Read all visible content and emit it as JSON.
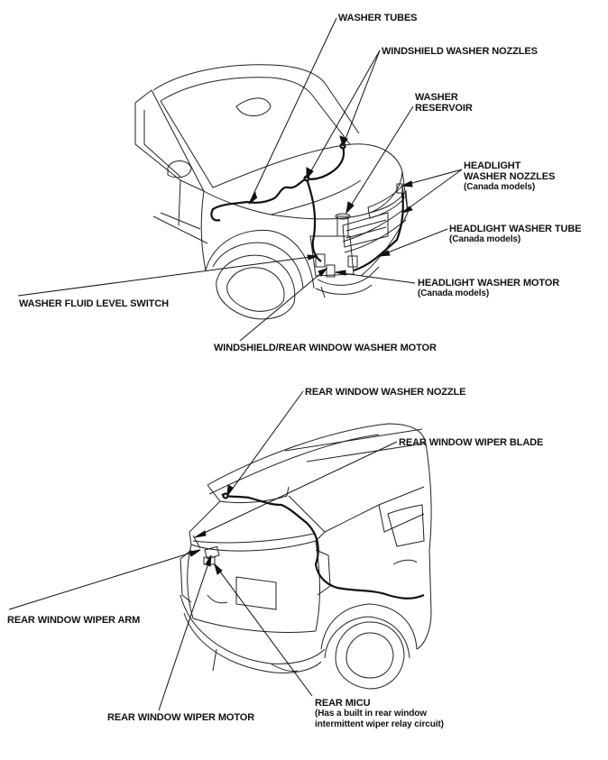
{
  "labels": {
    "washer_tubes": "WASHER TUBES",
    "windshield_washer_nozzles": "WINDSHIELD WASHER NOZZLES",
    "washer_reservoir_1": "WASHER",
    "washer_reservoir_2": "RESERVOIR",
    "headlight_washer_nozzles_1": "HEADLIGHT",
    "headlight_washer_nozzles_2": "WASHER NOZZLES",
    "headlight_washer_nozzles_note": "(Canada models)",
    "headlight_washer_tube": "HEADLIGHT WASHER TUBE",
    "headlight_washer_tube_note": "(Canada models)",
    "headlight_washer_motor": "HEADLIGHT WASHER MOTOR",
    "headlight_washer_motor_note": "(Canada models)",
    "washer_fluid_level_switch": "WASHER FLUID LEVEL SWITCH",
    "windshield_rear_washer_motor": "WINDSHIELD/REAR WINDOW WASHER MOTOR",
    "rear_window_washer_nozzle": "REAR WINDOW WASHER NOZZLE",
    "rear_window_wiper_blade": "REAR WINDOW WIPER BLADE",
    "rear_window_wiper_arm": "REAR WINDOW WIPER ARM",
    "rear_window_wiper_motor": "REAR WINDOW WIPER MOTOR",
    "rear_micu": "REAR MICU",
    "rear_micu_note_1": "(Has a built in rear window",
    "rear_micu_note_2": "intermittent wiper relay circuit)"
  }
}
